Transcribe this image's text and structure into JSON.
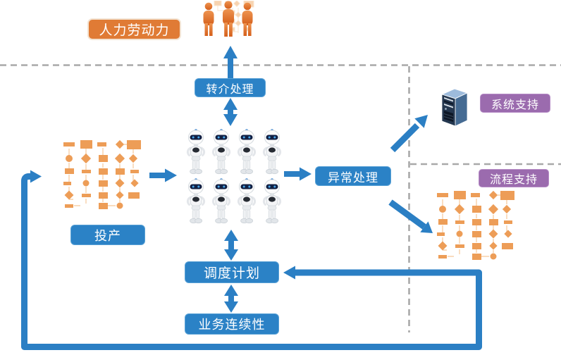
{
  "diagram": {
    "labels": {
      "human_labor": "人力劳动力",
      "referral": "转介处理",
      "production": "投产",
      "exception": "异常处理",
      "system_support": "系统支持",
      "process_support": "流程支持",
      "scheduling": "调度计划",
      "business_continuity": "业务连续性"
    },
    "icons": {
      "people": "people-icon",
      "robot": "robot-icon",
      "server": "server-icon",
      "flowchart_left": "flowchart-icon",
      "flowchart_right": "flowchart-icon"
    },
    "robot_count": 8,
    "colors": {
      "label_blue": "#2B82C6",
      "label_orange": "#E07B35",
      "label_purple": "#9B6BAE",
      "arrow_blue": "#2B7FC4",
      "flow_shape_orange": "#ED9D57",
      "flow_line_orange": "#F7D0A8",
      "dashed_gray": "#A9A9A9",
      "background": "#FFFFFF"
    }
  }
}
